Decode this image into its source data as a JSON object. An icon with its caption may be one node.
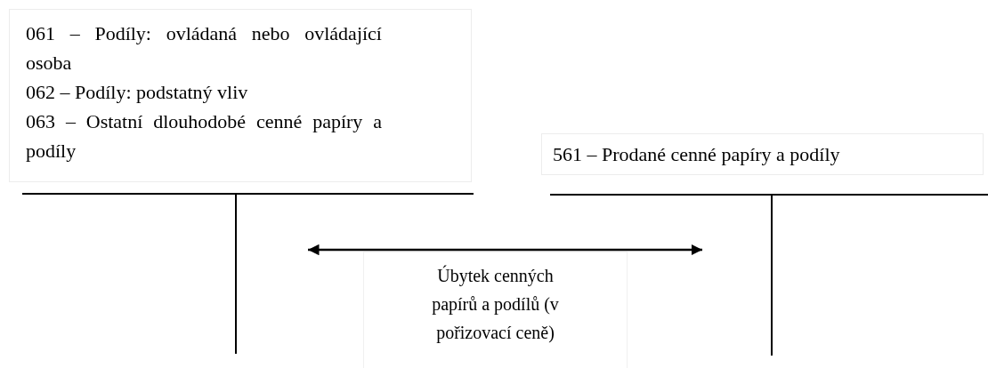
{
  "diagram": {
    "nodes": [
      {
        "text": [
          "061 – Podíly: ovládaná nebo ovládající osoba",
          "062 – Podíly: podstatný vliv",
          "063 – Ostatní dlouhodobé cenné papíry a podíly"
        ]
      },
      {
        "text": [
          "561 – Prodané cenné papíry a podíly"
        ]
      }
    ],
    "edges": [
      {
        "from": 0,
        "to": 1,
        "arrow": "both",
        "label": "Úbytek cenných papírů a podílů (v pořizovací ceně)"
      }
    ]
  }
}
